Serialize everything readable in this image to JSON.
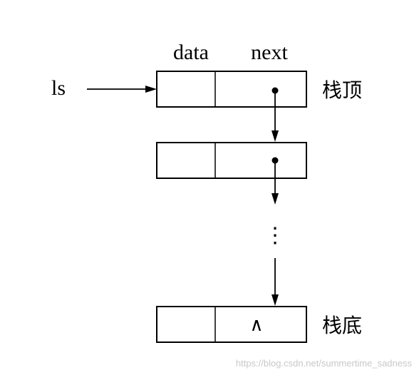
{
  "diagram": {
    "field_labels": {
      "data": "data",
      "next": "next"
    },
    "pointer_label": "ls",
    "top_label": "栈顶",
    "bottom_label": "栈底",
    "null_symbol": "∧",
    "ellipsis": "⋮"
  },
  "watermark": "https://blog.csdn.net/summertime_sadness"
}
